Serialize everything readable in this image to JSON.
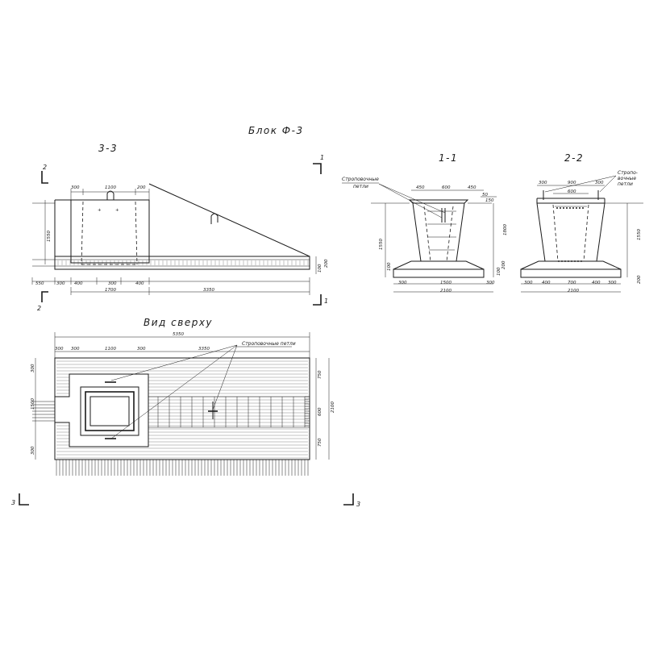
{
  "title": "Блок Ф-3",
  "sections": {
    "s33": "3-3",
    "s11": "1-1",
    "s22": "2-2",
    "top_view": "Вид сверху"
  },
  "labels": {
    "lifting_loops_1": "Строповочные",
    "lifting_loops_2": "петли",
    "lifting_loops_top": "Строповочные петли",
    "lifting_22_1": "Стропо-",
    "lifting_22_2": "вочные",
    "lifting_22_3": "петли"
  },
  "markers": {
    "m1_top": "1",
    "m1_bottom": "1",
    "m2_top": "2",
    "m2_bottom": "2",
    "m3_left": "3",
    "m3_right": "3"
  },
  "dims_33": {
    "top_300": "300",
    "top_1100": "1100",
    "top_200": "200",
    "left_1550": "1550",
    "bottom_550": "550",
    "bottom_300": "300",
    "bottom_400a": "400",
    "bottom_300b": "300",
    "bottom_400b": "400",
    "bottom_1700": "1700",
    "bottom_3350": "3350",
    "right_100": "100",
    "right_200": "200"
  },
  "dims_11": {
    "top_450a": "450",
    "top_600": "600",
    "top_450b": "450",
    "top_50": "50",
    "top_150": "150",
    "left_1550": "1550",
    "left_100": "100",
    "right_1800": "1800",
    "right_200": "200",
    "right_100": "100",
    "bottom_300a": "300",
    "bottom_1500": "1500",
    "bottom_300b": "300",
    "bottom_2100": "2100"
  },
  "dims_22": {
    "top_300": "300",
    "top_900": "900",
    "top_300b": "300",
    "top_600": "600",
    "right_1550": "1550",
    "right_200": "200",
    "bottom_300": "300",
    "bottom_400a": "400",
    "bottom_700": "700",
    "bottom_400b": "400",
    "bottom_300b": "300",
    "bottom_2100": "2100"
  },
  "dims_top": {
    "overall_5350": "5350",
    "top_300a": "300",
    "top_300b": "300",
    "top_1100": "1100",
    "top_300c": "300",
    "top_3350": "3350",
    "left_300a": "300",
    "left_1500": "1500",
    "left_300b": "300",
    "right_750a": "750",
    "right_600": "600",
    "right_750b": "750",
    "right_2100": "2100"
  }
}
